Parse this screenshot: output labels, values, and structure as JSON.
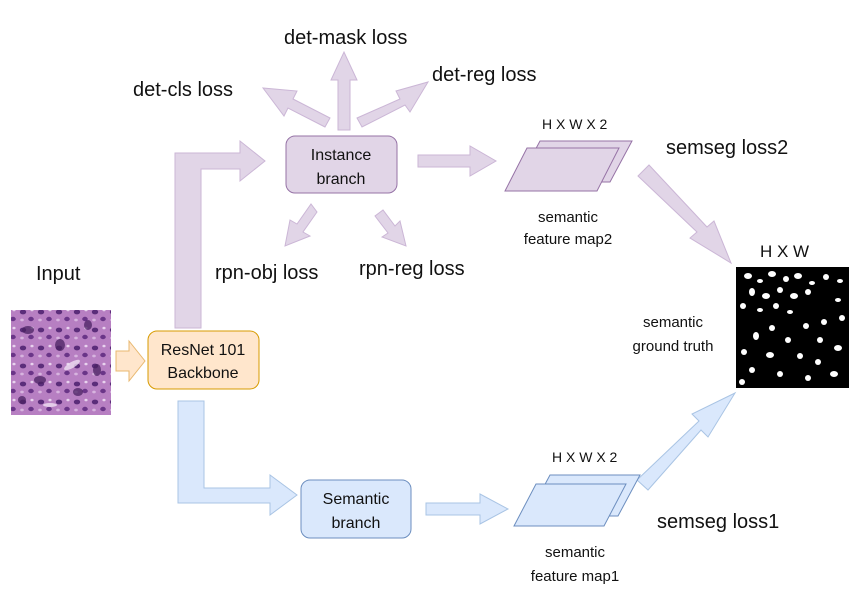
{
  "labels": {
    "input": "Input",
    "backbone_line1": "ResNet 101",
    "backbone_line2": "Backbone",
    "instance_line1": "Instance",
    "instance_line2": "branch",
    "semantic_line1": "Semantic",
    "semantic_line2": "branch",
    "det_cls_loss": "det-cls loss",
    "det_mask_loss": "det-mask loss",
    "det_reg_loss": "det-reg loss",
    "rpn_obj_loss": "rpn-obj loss",
    "rpn_reg_loss": "rpn-reg loss",
    "dims_map2": "H X W X 2",
    "dims_map1": "H X W X 2",
    "dims_gt": "H X W",
    "map2_line1": "semantic",
    "map2_line2": "feature map2",
    "map1_line1": "semantic",
    "map1_line2": "feature map1",
    "gt_line1": "semantic",
    "gt_line2": "ground truth",
    "semseg_loss2": "semseg loss2",
    "semseg_loss1": "semseg loss1"
  },
  "colors": {
    "instance_fill": "#e1d5e7",
    "instance_stroke": "#9673a6",
    "semantic_fill": "#dae8fc",
    "semantic_stroke": "#6c8ebf",
    "backbone_fill": "#ffe6cc",
    "backbone_stroke": "#d79b00",
    "tissue": "#b07ab8"
  },
  "icons": {
    "input_image": "histology-tissue-image",
    "ground_truth_image": "binary-segmentation-mask"
  }
}
